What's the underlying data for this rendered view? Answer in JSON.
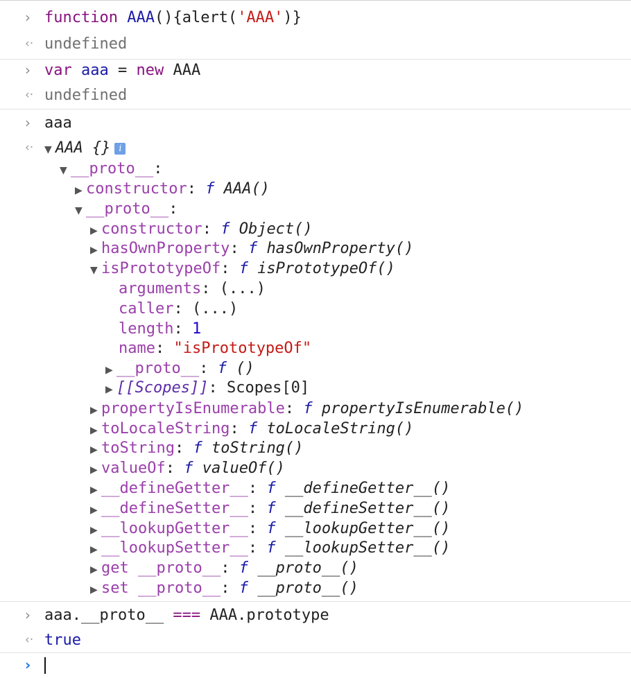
{
  "entries": [
    {
      "type": "input",
      "code": [
        "function",
        " ",
        "AAA",
        "(){alert(",
        "'AAA'",
        ")}"
      ]
    },
    {
      "type": "output",
      "value": "undefined"
    },
    {
      "type": "input",
      "code": [
        "var",
        " ",
        "aaa",
        " = ",
        "new",
        " AAA"
      ]
    },
    {
      "type": "output",
      "value": "undefined"
    },
    {
      "type": "input",
      "code": [
        "aaa"
      ]
    }
  ],
  "tree": {
    "root_label": "AAA {}",
    "info_badge": "i",
    "proto_label": "__proto__",
    "constructor_label": "constructor",
    "constructor_fn": "AAA()",
    "inner_proto_label": "__proto__",
    "f_symbol": "f",
    "items": [
      {
        "name": "constructor",
        "fn": "Object()",
        "expanded": false
      },
      {
        "name": "hasOwnProperty",
        "fn": "hasOwnProperty()",
        "expanded": false
      },
      {
        "name": "isPrototypeOf",
        "fn": "isPrototypeOf()",
        "expanded": true
      }
    ],
    "isproto_children": {
      "arguments_label": "arguments",
      "arguments_value": "(...)",
      "caller_label": "caller",
      "caller_value": "(...)",
      "length_label": "length",
      "length_value": "1",
      "name_label": "name",
      "name_value": "\"isPrototypeOf\"",
      "proto_label": "__proto__",
      "proto_value": "()",
      "scopes_label": "[[Scopes]]",
      "scopes_value": "Scopes[0]"
    },
    "rest_items": [
      {
        "name": "propertyIsEnumerable",
        "fn": "propertyIsEnumerable()"
      },
      {
        "name": "toLocaleString",
        "fn": "toLocaleString()"
      },
      {
        "name": "toString",
        "fn": "toString()"
      },
      {
        "name": "valueOf",
        "fn": "valueOf()"
      },
      {
        "name": "__defineGetter__",
        "fn": "__defineGetter__()"
      },
      {
        "name": "__defineSetter__",
        "fn": "__defineSetter__()"
      },
      {
        "name": "__lookupGetter__",
        "fn": "__lookupGetter__()"
      },
      {
        "name": "__lookupSetter__",
        "fn": "__lookupSetter__()"
      },
      {
        "name": "get __proto__",
        "fn": "__proto__()"
      },
      {
        "name": "set __proto__",
        "fn": "__proto__()"
      }
    ]
  },
  "final": {
    "input_code": "aaa.__proto__ === AAA.prototype",
    "input_parts": [
      "aaa.__proto__",
      " === ",
      "AAA.prototype"
    ],
    "output": "true"
  },
  "prompt_symbols": {
    "input": "›",
    "output": "‹·",
    "active": "›"
  },
  "colors": {
    "keyword": "#881280",
    "function_name": "#1a1aa6",
    "string": "#c41a16",
    "number": "#1c00cf",
    "property": "#9a3faa",
    "prompt_active": "#1a73e8"
  }
}
